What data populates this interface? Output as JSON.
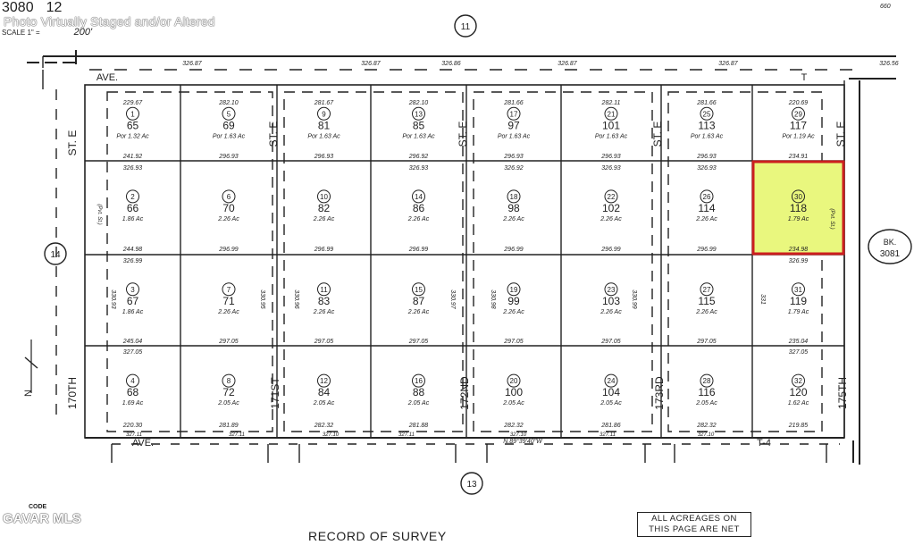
{
  "watermark": "Photo Virtually Staged and/or Altered",
  "map_book": {
    "book": "3080",
    "page": "12",
    "scale_label": "SCALE 1\" =",
    "scale_value": "200'"
  },
  "corner_number": "660",
  "adjacent": {
    "north": "11",
    "south": "13",
    "west": "14",
    "east": {
      "label": "BK.",
      "value": "3081"
    }
  },
  "streets": {
    "north": [
      "AVE.",
      "T"
    ],
    "south": [
      "AVE.",
      "T-4"
    ],
    "west_top": "ST. E",
    "west_bottom": "170TH",
    "verticals": [
      {
        "top": "ST. E",
        "bottom": "171ST"
      },
      {
        "top": "ST. E",
        "bottom": "172ND"
      },
      {
        "top": "ST. E",
        "bottom": "173RD"
      },
      {
        "top": "ST. E",
        "bottom": "175TH"
      }
    ]
  },
  "north_arrow": "N",
  "highlight_color": "#e9f77e",
  "highlight_border": "#cc1f1f",
  "parcels": [
    {
      "circle": "1",
      "apn": "65",
      "acres": "Por 1.32 Ac"
    },
    {
      "circle": "5",
      "apn": "69",
      "acres": "Por 1.63 Ac"
    },
    {
      "circle": "9",
      "apn": "81",
      "acres": "Por 1.63 Ac"
    },
    {
      "circle": "13",
      "apn": "85",
      "acres": "Por 1.63 Ac"
    },
    {
      "circle": "17",
      "apn": "97",
      "acres": "Por 1.63 Ac"
    },
    {
      "circle": "21",
      "apn": "101",
      "acres": "Por 1.63 Ac"
    },
    {
      "circle": "25",
      "apn": "113",
      "acres": "Por 1.63 Ac"
    },
    {
      "circle": "29",
      "apn": "117",
      "acres": "Por 1.19 Ac"
    },
    {
      "circle": "2",
      "apn": "66",
      "acres": "1.86 Ac"
    },
    {
      "circle": "6",
      "apn": "70",
      "acres": "2.26 Ac"
    },
    {
      "circle": "10",
      "apn": "82",
      "acres": "2.26 Ac"
    },
    {
      "circle": "14",
      "apn": "86",
      "acres": "2.26 Ac"
    },
    {
      "circle": "18",
      "apn": "98",
      "acres": "2.26 Ac"
    },
    {
      "circle": "22",
      "apn": "102",
      "acres": "2.26 Ac"
    },
    {
      "circle": "26",
      "apn": "114",
      "acres": "2.26 Ac"
    },
    {
      "circle": "30",
      "apn": "118",
      "acres": "1.79 Ac",
      "highlight": true
    },
    {
      "circle": "3",
      "apn": "67",
      "acres": "1.86 Ac"
    },
    {
      "circle": "7",
      "apn": "71",
      "acres": "2.26 Ac"
    },
    {
      "circle": "11",
      "apn": "83",
      "acres": "2.26 Ac"
    },
    {
      "circle": "15",
      "apn": "87",
      "acres": "2.26 Ac"
    },
    {
      "circle": "19",
      "apn": "99",
      "acres": "2.26 Ac"
    },
    {
      "circle": "23",
      "apn": "103",
      "acres": "2.26 Ac"
    },
    {
      "circle": "27",
      "apn": "115",
      "acres": "2.26 Ac"
    },
    {
      "circle": "31",
      "apn": "119",
      "acres": "1.79 Ac"
    },
    {
      "circle": "4",
      "apn": "68",
      "acres": "1.69 Ac"
    },
    {
      "circle": "8",
      "apn": "72",
      "acres": "2.05 Ac"
    },
    {
      "circle": "12",
      "apn": "84",
      "acres": "2.05 Ac"
    },
    {
      "circle": "16",
      "apn": "88",
      "acres": "2.05 Ac"
    },
    {
      "circle": "20",
      "apn": "100",
      "acres": "2.05 Ac"
    },
    {
      "circle": "24",
      "apn": "104",
      "acres": "2.05 Ac"
    },
    {
      "circle": "28",
      "apn": "116",
      "acres": "2.05 Ac"
    },
    {
      "circle": "32",
      "apn": "120",
      "acres": "1.62 Ac"
    }
  ],
  "dimensions": {
    "top_street": [
      "326.87",
      "326.87",
      "326.86",
      "326.87",
      "326.87",
      "326.56"
    ],
    "row1_top": [
      "229.67",
      "282.10",
      "281.67",
      "282.10",
      "281.66",
      "282.11",
      "281.66",
      "220.69"
    ],
    "row1_bottom": [
      "241.92",
      "296.93",
      "296.93",
      "296.92",
      "296.93",
      "296.93",
      "296.93",
      "234.91"
    ],
    "line_a": [
      "326.93",
      "326.93",
      "326.92",
      "326.93",
      "326.93"
    ],
    "row2_bottom": [
      "244.98",
      "296.99",
      "296.99",
      "296.99",
      "296.99",
      "296.99",
      "296.99",
      "234.98"
    ],
    "line_b": [
      "326.99",
      "326.99"
    ],
    "row3_bottom": [
      "245.04",
      "297.05",
      "297.05",
      "297.05",
      "297.05",
      "297.05",
      "297.05",
      "235.04"
    ],
    "line_c": [
      "327.05",
      "327.05"
    ],
    "row4_bottom": [
      "220.30",
      "281.89",
      "282.32",
      "281.88",
      "282.32",
      "281.86",
      "282.32",
      "219.85"
    ],
    "bottom_street": [
      "327.11",
      "327.11",
      "327.10",
      "327.11",
      "327.10",
      "327.11",
      "327.10"
    ],
    "col_sides": [
      "330.93",
      "330.95",
      "330.96",
      "330.97",
      "330.98",
      "330.99",
      "331"
    ],
    "street_ref": "N.89°39'40\"W",
    "pvt_st": "(Pvt. St.)"
  },
  "footer": {
    "title": "RECORD OF SURVEY",
    "note_line1": "ALL ACREAGES ON",
    "note_line2": "THIS PAGE ARE NET",
    "code_label": "CODE",
    "mls_logo": "GAVAR MLS"
  }
}
